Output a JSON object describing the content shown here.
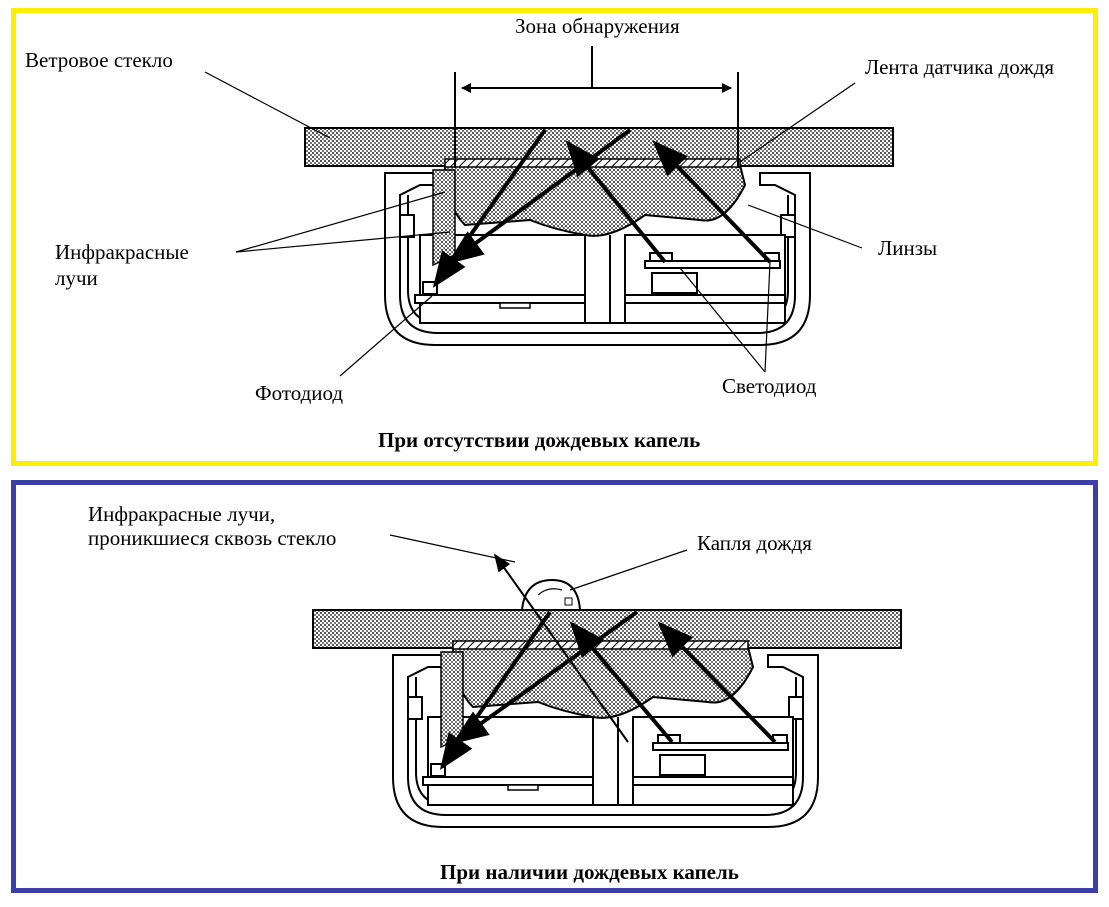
{
  "top": {
    "caption": "При отсутствии дождевых капель",
    "labels": {
      "windshield": "Ветровое стекло",
      "detection_zone": "Зона обнаружения",
      "sensor_tape": "Лента датчика дождя",
      "ir_rays_1": "Инфракрасные",
      "ir_rays_2": "лучи",
      "lenses": "Линзы",
      "photodiode": "Фотодиод",
      "led": "Светодиод"
    },
    "frame_color": "#ffee00"
  },
  "bottom": {
    "caption": "При наличии дождевых капель",
    "labels": {
      "ir_escape_1": "Инфракрасные лучи,",
      "ir_escape_2": "проникшиеся сквозь стекло",
      "raindrop": "Капля дождя"
    },
    "frame_color": "#3b3fa6"
  }
}
